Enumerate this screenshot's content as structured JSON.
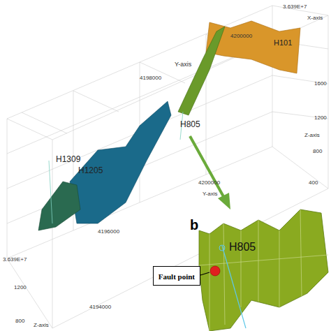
{
  "diagram": {
    "nodes": [
      {
        "text": [
          "Fault point"
        ]
      }
    ],
    "labels": [
      "3.639E+7",
      "X-axis",
      "Y-axis",
      "4198000",
      "4200000",
      "H101",
      "1600",
      "1200",
      "800",
      "400",
      "Z-axis",
      "H805",
      "4200000",
      "Y-axis",
      "H1309",
      "H1205",
      "3.639E+7",
      "4196000",
      "4194000",
      "1200",
      "800",
      "Z-axis",
      "b",
      "H805"
    ]
  }
}
